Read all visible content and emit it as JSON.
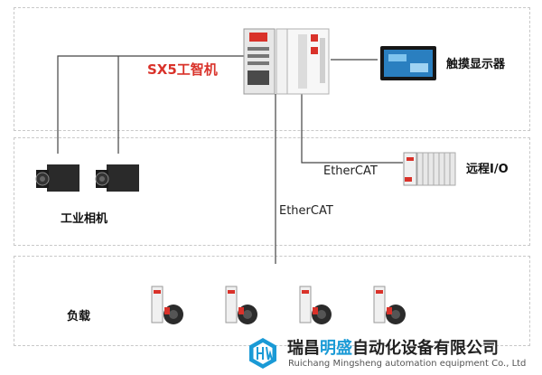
{
  "controller": {
    "name": "SX5工智机"
  },
  "touch_display": {
    "label": "触摸显示器"
  },
  "remote_io": {
    "label": "远程I/O"
  },
  "camera": {
    "label": "工业相机"
  },
  "load": {
    "label": "负载"
  },
  "links": {
    "remote_io_protocol": "EtherCAT",
    "load_protocol": "EtherCAT"
  },
  "footer": {
    "company_cn_prefix": "瑞昌",
    "company_cn_highlight": "明盛",
    "company_cn_suffix": "自动化设备有限公司",
    "company_en": "Ruichang Mingsheng automation equipment Co., Ltd"
  },
  "colors": {
    "controller_name": "#d9322a",
    "brand_blue": "#1a9ad6",
    "footer_dark": "#222222"
  }
}
